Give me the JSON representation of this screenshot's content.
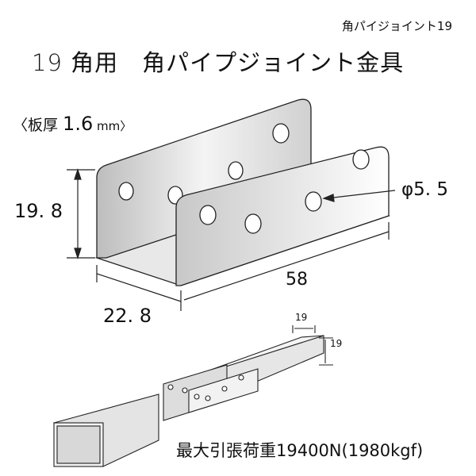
{
  "product_code": "角パイジョイント19",
  "title": "19 角用　角パイプジョイント金具",
  "thickness": {
    "prefix": "〈板厚 ",
    "value": "1.6",
    "unit": " mm〉"
  },
  "dimensions": {
    "height": "19. 8",
    "width": "22. 8",
    "length": "58",
    "hole_diameter": "φ5. 5",
    "pipe_width": "19",
    "pipe_height": "19"
  },
  "max_load": "最大引張荷重19400N(1980kgf)"
}
